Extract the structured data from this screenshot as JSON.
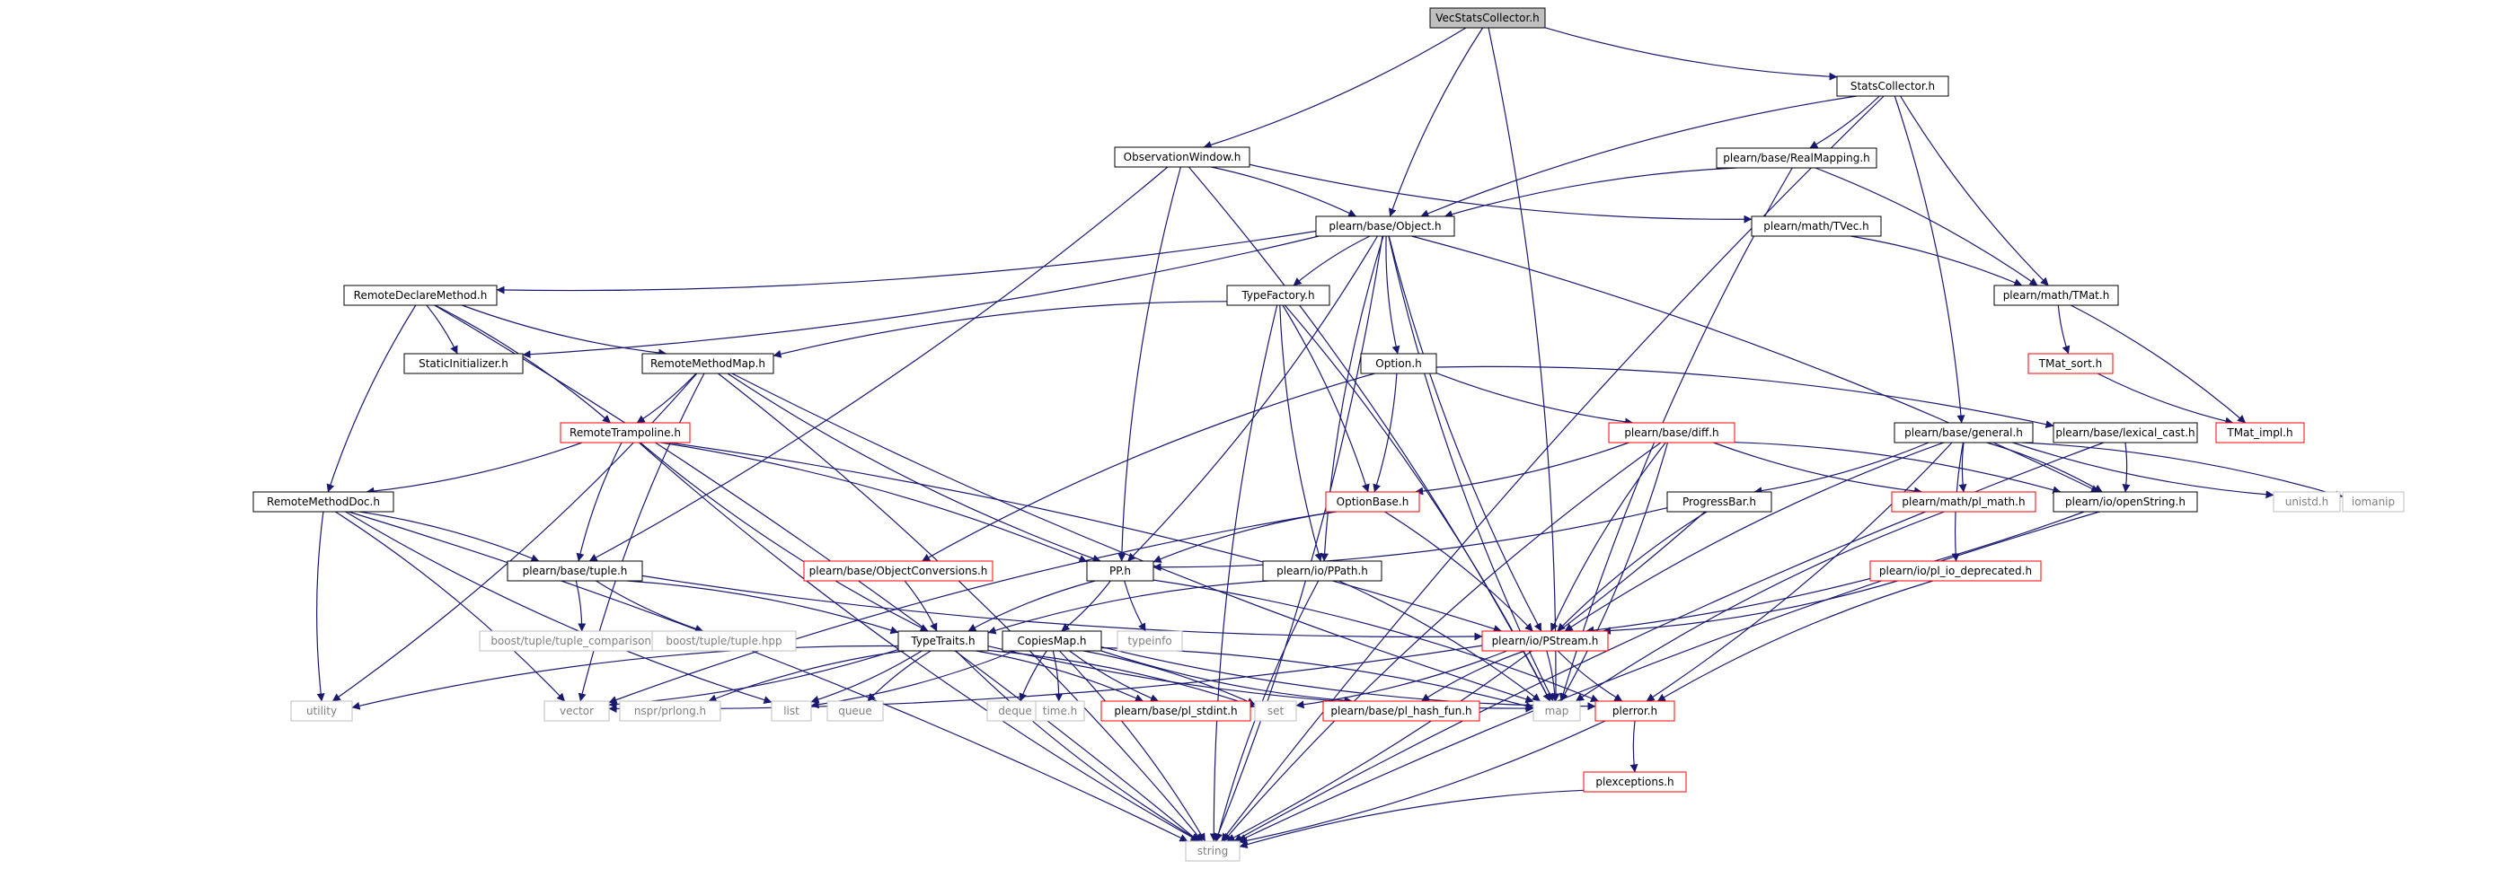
{
  "nodes": [
    {
      "id": "VecStatsCollector",
      "label": "VecStatsCollector.h",
      "style": "root"
    },
    {
      "id": "StatsCollector",
      "label": "StatsCollector.h",
      "style": "normal"
    },
    {
      "id": "ObservationWindow",
      "label": "ObservationWindow.h",
      "style": "normal"
    },
    {
      "id": "RealMapping",
      "label": "plearn/base/RealMapping.h",
      "style": "normal"
    },
    {
      "id": "Object",
      "label": "plearn/base/Object.h",
      "style": "normal"
    },
    {
      "id": "TVec",
      "label": "plearn/math/TVec.h",
      "style": "normal"
    },
    {
      "id": "TMat",
      "label": "plearn/math/TMat.h",
      "style": "normal"
    },
    {
      "id": "RemoteDeclareMethod",
      "label": "RemoteDeclareMethod.h",
      "style": "normal"
    },
    {
      "id": "TypeFactory",
      "label": "TypeFactory.h",
      "style": "normal"
    },
    {
      "id": "StaticInitializer",
      "label": "StaticInitializer.h",
      "style": "normal"
    },
    {
      "id": "RemoteMethodMap",
      "label": "RemoteMethodMap.h",
      "style": "normal"
    },
    {
      "id": "Option",
      "label": "Option.h",
      "style": "normal"
    },
    {
      "id": "TMat_sort",
      "label": "TMat_sort.h",
      "style": "truncated"
    },
    {
      "id": "TMat_impl",
      "label": "TMat_impl.h",
      "style": "truncated"
    },
    {
      "id": "RemoteTrampoline",
      "label": "RemoteTrampoline.h",
      "style": "truncated"
    },
    {
      "id": "diff",
      "label": "plearn/base/diff.h",
      "style": "truncated"
    },
    {
      "id": "general",
      "label": "plearn/base/general.h",
      "style": "normal"
    },
    {
      "id": "lexical_cast",
      "label": "plearn/base/lexical_cast.h",
      "style": "normal"
    },
    {
      "id": "RemoteMethodDoc",
      "label": "RemoteMethodDoc.h",
      "style": "normal"
    },
    {
      "id": "OptionBase",
      "label": "OptionBase.h",
      "style": "truncated"
    },
    {
      "id": "ProgressBar",
      "label": "ProgressBar.h",
      "style": "normal"
    },
    {
      "id": "pl_math",
      "label": "plearn/math/pl_math.h",
      "style": "truncated"
    },
    {
      "id": "openString",
      "label": "plearn/io/openString.h",
      "style": "normal"
    },
    {
      "id": "unistd",
      "label": "unistd.h",
      "style": "system"
    },
    {
      "id": "iomanip",
      "label": "iomanip",
      "style": "system"
    },
    {
      "id": "tuple",
      "label": "plearn/base/tuple.h",
      "style": "normal"
    },
    {
      "id": "ObjectConversions",
      "label": "plearn/base/ObjectConversions.h",
      "style": "truncated"
    },
    {
      "id": "PP",
      "label": "PP.h",
      "style": "normal"
    },
    {
      "id": "PPath",
      "label": "plearn/io/PPath.h",
      "style": "normal"
    },
    {
      "id": "pl_io_deprecated",
      "label": "plearn/io/pl_io_deprecated.h",
      "style": "truncated"
    },
    {
      "id": "tuple_comparison",
      "label": "boost/tuple/tuple_comparison.hpp",
      "style": "system"
    },
    {
      "id": "boost_tuple",
      "label": "boost/tuple/tuple.hpp",
      "style": "system"
    },
    {
      "id": "typeinfo",
      "label": "typeinfo",
      "style": "system"
    },
    {
      "id": "PStream",
      "label": "plearn/io/PStream.h",
      "style": "truncated"
    },
    {
      "id": "TypeTraits",
      "label": "TypeTraits.h",
      "style": "normal"
    },
    {
      "id": "CopiesMap",
      "label": "CopiesMap.h",
      "style": "normal"
    },
    {
      "id": "utility",
      "label": "utility",
      "style": "system"
    },
    {
      "id": "vector",
      "label": "vector",
      "style": "system"
    },
    {
      "id": "prlong",
      "label": "nspr/prlong.h",
      "style": "system"
    },
    {
      "id": "list",
      "label": "list",
      "style": "system"
    },
    {
      "id": "queue",
      "label": "queue",
      "style": "system"
    },
    {
      "id": "deque",
      "label": "deque",
      "style": "system"
    },
    {
      "id": "time",
      "label": "time.h",
      "style": "system"
    },
    {
      "id": "pl_stdint",
      "label": "plearn/base/pl_stdint.h",
      "style": "truncated"
    },
    {
      "id": "set",
      "label": "set",
      "style": "system"
    },
    {
      "id": "pl_hash_fun",
      "label": "plearn/base/pl_hash_fun.h",
      "style": "truncated"
    },
    {
      "id": "map",
      "label": "map",
      "style": "system"
    },
    {
      "id": "plerror",
      "label": "plerror.h",
      "style": "truncated"
    },
    {
      "id": "plexceptions",
      "label": "plexceptions.h",
      "style": "truncated"
    },
    {
      "id": "string",
      "label": "string",
      "style": "system"
    }
  ],
  "edges": [
    [
      "VecStatsCollector",
      "StatsCollector"
    ],
    [
      "VecStatsCollector",
      "ObservationWindow"
    ],
    [
      "VecStatsCollector",
      "Object"
    ],
    [
      "VecStatsCollector",
      "map"
    ],
    [
      "StatsCollector",
      "Object"
    ],
    [
      "StatsCollector",
      "RealMapping"
    ],
    [
      "StatsCollector",
      "TMat"
    ],
    [
      "StatsCollector",
      "general"
    ],
    [
      "StatsCollector",
      "string"
    ],
    [
      "ObservationWindow",
      "Object"
    ],
    [
      "ObservationWindow",
      "TVec"
    ],
    [
      "ObservationWindow",
      "tuple"
    ],
    [
      "ObservationWindow",
      "PP"
    ],
    [
      "ObservationWindow",
      "map"
    ],
    [
      "RealMapping",
      "Object"
    ],
    [
      "RealMapping",
      "TMat"
    ],
    [
      "RealMapping",
      "map"
    ],
    [
      "TVec",
      "TMat"
    ],
    [
      "TMat",
      "TMat_sort"
    ],
    [
      "TMat",
      "TMat_impl"
    ],
    [
      "TMat_sort",
      "TMat_impl"
    ],
    [
      "Object",
      "RemoteDeclareMethod"
    ],
    [
      "Object",
      "TypeFactory"
    ],
    [
      "Object",
      "StaticInitializer"
    ],
    [
      "Object",
      "Option"
    ],
    [
      "Object",
      "PP"
    ],
    [
      "Object",
      "PPath"
    ],
    [
      "Object",
      "openString"
    ],
    [
      "Object",
      "map"
    ],
    [
      "Object",
      "string"
    ],
    [
      "Object",
      "PStream"
    ],
    [
      "RemoteDeclareMethod",
      "StaticInitializer"
    ],
    [
      "RemoteDeclareMethod",
      "RemoteMethodMap"
    ],
    [
      "RemoteDeclareMethod",
      "RemoteTrampoline"
    ],
    [
      "RemoteDeclareMethod",
      "RemoteMethodDoc"
    ],
    [
      "RemoteDeclareMethod",
      "string"
    ],
    [
      "TypeFactory",
      "RemoteMethodMap"
    ],
    [
      "TypeFactory",
      "OptionBase"
    ],
    [
      "TypeFactory",
      "PPath"
    ],
    [
      "TypeFactory",
      "map"
    ],
    [
      "TypeFactory",
      "string"
    ],
    [
      "RemoteMethodMap",
      "RemoteTrampoline"
    ],
    [
      "RemoteMethodMap",
      "PP"
    ],
    [
      "RemoteMethodMap",
      "utility"
    ],
    [
      "RemoteMethodMap",
      "map"
    ],
    [
      "RemoteMethodMap",
      "string"
    ],
    [
      "RemoteMethodMap",
      "vector"
    ],
    [
      "Option",
      "OptionBase"
    ],
    [
      "Option",
      "diff"
    ],
    [
      "Option",
      "lexical_cast"
    ],
    [
      "Option",
      "ObjectConversions"
    ],
    [
      "RemoteTrampoline",
      "RemoteMethodDoc"
    ],
    [
      "RemoteTrampoline",
      "tuple"
    ],
    [
      "RemoteTrampoline",
      "PP"
    ],
    [
      "RemoteTrampoline",
      "TypeTraits"
    ],
    [
      "RemoteTrampoline",
      "PStream"
    ],
    [
      "RemoteTrampoline",
      "string"
    ],
    [
      "diff",
      "OptionBase"
    ],
    [
      "diff",
      "pl_math"
    ],
    [
      "diff",
      "openString"
    ],
    [
      "diff",
      "PStream"
    ],
    [
      "diff",
      "map"
    ],
    [
      "diff",
      "string"
    ],
    [
      "general",
      "ProgressBar"
    ],
    [
      "general",
      "pl_math"
    ],
    [
      "general",
      "openString"
    ],
    [
      "general",
      "unistd"
    ],
    [
      "general",
      "iomanip"
    ],
    [
      "general",
      "pl_io_deprecated"
    ],
    [
      "general",
      "plerror"
    ],
    [
      "general",
      "PStream"
    ],
    [
      "lexical_cast",
      "openString"
    ],
    [
      "lexical_cast",
      "string"
    ],
    [
      "RemoteMethodDoc",
      "tuple"
    ],
    [
      "RemoteMethodDoc",
      "utility"
    ],
    [
      "RemoteMethodDoc",
      "vector"
    ],
    [
      "RemoteMethodDoc",
      "list"
    ],
    [
      "RemoteMethodDoc",
      "string"
    ],
    [
      "OptionBase",
      "PP"
    ],
    [
      "OptionBase",
      "PStream"
    ],
    [
      "OptionBase",
      "vector"
    ],
    [
      "ProgressBar",
      "PP"
    ],
    [
      "ProgressBar",
      "PStream"
    ],
    [
      "ProgressBar",
      "string"
    ],
    [
      "pl_math",
      "map"
    ],
    [
      "openString",
      "PStream"
    ],
    [
      "openString",
      "string"
    ],
    [
      "tuple",
      "tuple_comparison"
    ],
    [
      "tuple",
      "boost_tuple"
    ],
    [
      "tuple",
      "TypeTraits"
    ],
    [
      "tuple",
      "PStream"
    ],
    [
      "ObjectConversions",
      "TypeTraits"
    ],
    [
      "PP",
      "TypeTraits"
    ],
    [
      "PP",
      "CopiesMap"
    ],
    [
      "PP",
      "typeinfo"
    ],
    [
      "PP",
      "plerror"
    ],
    [
      "PPath",
      "TypeTraits"
    ],
    [
      "PPath",
      "map"
    ],
    [
      "PPath",
      "string"
    ],
    [
      "pl_io_deprecated",
      "PStream"
    ],
    [
      "pl_io_deprecated",
      "plerror"
    ],
    [
      "PStream",
      "set"
    ],
    [
      "PStream",
      "pl_hash_fun"
    ],
    [
      "PStream",
      "map"
    ],
    [
      "PStream",
      "plerror"
    ],
    [
      "PStream",
      "vector"
    ],
    [
      "TypeTraits",
      "utility"
    ],
    [
      "TypeTraits",
      "vector"
    ],
    [
      "TypeTraits",
      "prlong"
    ],
    [
      "TypeTraits",
      "list"
    ],
    [
      "TypeTraits",
      "queue"
    ],
    [
      "TypeTraits",
      "set"
    ],
    [
      "TypeTraits",
      "map"
    ],
    [
      "TypeTraits",
      "pl_stdint"
    ],
    [
      "TypeTraits",
      "string"
    ],
    [
      "CopiesMap",
      "list"
    ],
    [
      "CopiesMap",
      "deque"
    ],
    [
      "CopiesMap",
      "time"
    ],
    [
      "CopiesMap",
      "pl_stdint"
    ],
    [
      "CopiesMap",
      "set"
    ],
    [
      "CopiesMap",
      "pl_hash_fun"
    ],
    [
      "CopiesMap",
      "map"
    ],
    [
      "CopiesMap",
      "plerror"
    ],
    [
      "CopiesMap",
      "string"
    ],
    [
      "plerror",
      "plexceptions"
    ],
    [
      "plerror",
      "string"
    ],
    [
      "plexceptions",
      "string"
    ]
  ],
  "colors": {
    "edge": "#191970",
    "root_fill": "#bfbfbf",
    "normal_border": "#000000",
    "truncated_border": "#ff0000",
    "system_border": "#bfbfbf",
    "system_text": "#7f7f7f",
    "text": "#000000"
  }
}
